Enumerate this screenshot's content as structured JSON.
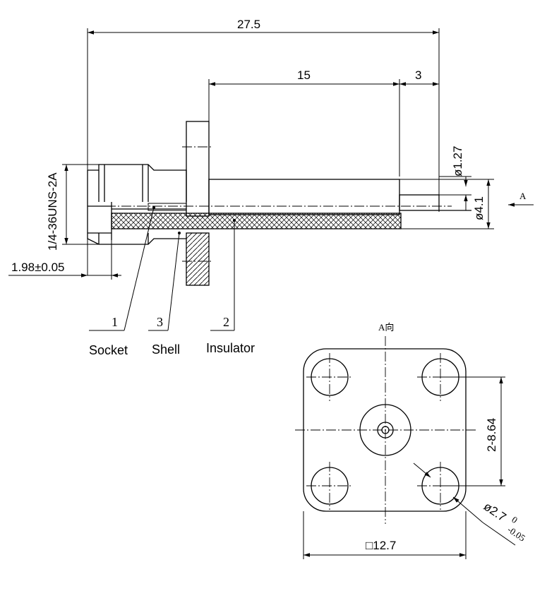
{
  "dimensions": {
    "overall_length": "27.5",
    "body_length": "15",
    "pin_length": "3",
    "pin_diameter": "ø1.27",
    "bore_diameter": "ø4.1",
    "thread": "1/4-36UNS-2A",
    "offset": "1.98±0.05",
    "flange_square": "□12.7",
    "hole_spacing": "2-8.64",
    "hole_diameter_main": "ø2.7",
    "hole_diameter_sup": "0",
    "hole_diameter_sub": "-0.05"
  },
  "view_labels": {
    "arrow_label": "A",
    "view_title": "A向"
  },
  "callouts": [
    {
      "number": "1",
      "name": "Socket"
    },
    {
      "number": "3",
      "name": "Shell"
    },
    {
      "number": "2",
      "name": "Insulator"
    }
  ]
}
